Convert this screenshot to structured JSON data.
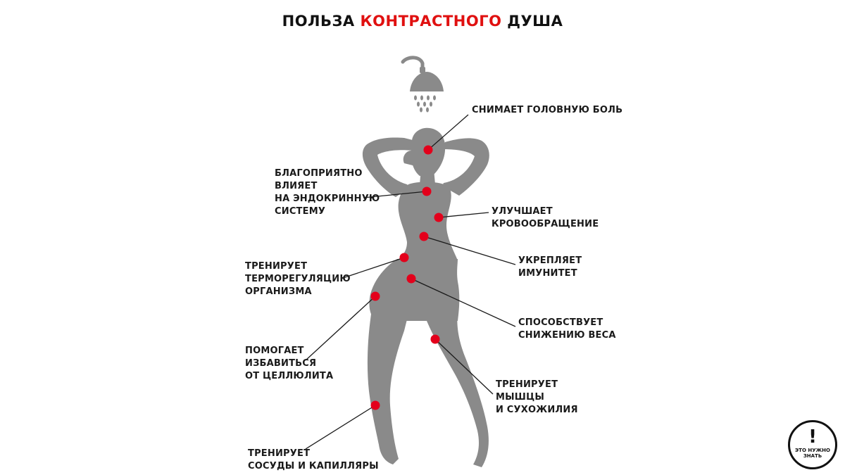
{
  "title": {
    "part1": "ПОЛЬЗА ",
    "accent": "КОНТРАСТНОГО",
    "part2": " ДУША"
  },
  "colors": {
    "silhouette": "#8a8a8a",
    "point": "#e3001b",
    "accent": "#e01010",
    "line": "#1a1a1a"
  },
  "icons": {
    "shower": "shower-head-icon",
    "badge": "exclamation-icon"
  },
  "labels": {
    "headache": "СНИМАЕТ ГОЛОВНУЮ БОЛЬ",
    "endocrine": "БЛАГОПРИЯТНО\nВЛИЯЕТ\nНА ЭНДОКРИННУЮ\nСИСТЕМУ",
    "circulation": "УЛУЧШАЕТ\nКРОВООБРАЩЕНИЕ",
    "immunity": "УКРЕПЛЯЕТ\nИМУНИТЕТ",
    "thermo": "ТРЕНИРУЕТ\nТЕРМОРЕГУЛЯЦИЮ\nОРГАНИЗМА",
    "weight": "СПОСОБСТВУЕТ\nСНИЖЕНИЮ ВЕСА",
    "cellulite": "ПОМОГАЕТ\nИЗБАВИТЬСЯ\nОТ ЦЕЛЛЮЛИТА",
    "muscles": "ТРЕНИРУЕТ\nМЫШЦЫ\nИ СУХОЖИЛИЯ",
    "vessels": "ТРЕНИРУЕТ\nСОСУДЫ И КАПИЛЛЯРЫ"
  },
  "badge": {
    "mark": "!",
    "text": "ЭТО НУЖНО\nЗНАТЬ"
  }
}
